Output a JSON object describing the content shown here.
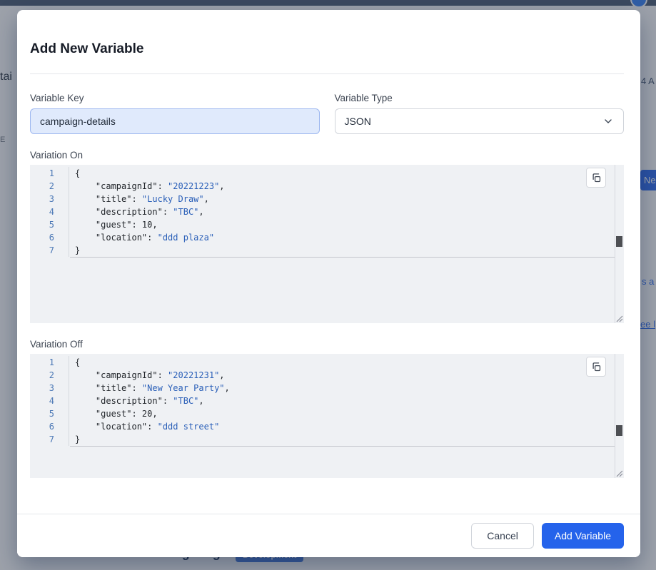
{
  "background": {
    "fragment_top_left": "tai",
    "fragment_top_right": "4 A",
    "fragment_left_letter": "E",
    "fragment_button": "Ne",
    "fragment_link_mid": "s a",
    "fragment_link_lower": "ee l",
    "bottom_heading": "Users & Targeting",
    "bottom_badge": "Development"
  },
  "modal": {
    "title": "Add New Variable",
    "variable_key": {
      "label": "Variable Key",
      "value": "campaign-details"
    },
    "variable_type": {
      "label": "Variable Type",
      "value": "JSON"
    },
    "variation_on": {
      "label": "Variation On",
      "lines": [
        {
          "num": "1",
          "tokens": [
            {
              "c": "p",
              "v": "{"
            }
          ]
        },
        {
          "num": "2",
          "tokens": [
            {
              "c": "p",
              "v": "    \"campaignId\": "
            },
            {
              "c": "s",
              "v": "\"20221223\""
            },
            {
              "c": "p",
              "v": ","
            }
          ]
        },
        {
          "num": "3",
          "tokens": [
            {
              "c": "p",
              "v": "    \"title\": "
            },
            {
              "c": "s",
              "v": "\"Lucky Draw\""
            },
            {
              "c": "p",
              "v": ","
            }
          ]
        },
        {
          "num": "4",
          "tokens": [
            {
              "c": "p",
              "v": "    \"description\": "
            },
            {
              "c": "s",
              "v": "\"TBC\""
            },
            {
              "c": "p",
              "v": ","
            }
          ]
        },
        {
          "num": "5",
          "tokens": [
            {
              "c": "p",
              "v": "    \"guest\": "
            },
            {
              "c": "n",
              "v": "10"
            },
            {
              "c": "p",
              "v": ","
            }
          ]
        },
        {
          "num": "6",
          "tokens": [
            {
              "c": "p",
              "v": "    \"location\": "
            },
            {
              "c": "s",
              "v": "\"ddd plaza\""
            }
          ]
        },
        {
          "num": "7",
          "tokens": [
            {
              "c": "p",
              "v": "}"
            }
          ]
        }
      ]
    },
    "variation_off": {
      "label": "Variation Off",
      "lines": [
        {
          "num": "1",
          "tokens": [
            {
              "c": "p",
              "v": "{"
            }
          ]
        },
        {
          "num": "2",
          "tokens": [
            {
              "c": "p",
              "v": "    \"campaignId\": "
            },
            {
              "c": "s",
              "v": "\"20221231\""
            },
            {
              "c": "p",
              "v": ","
            }
          ]
        },
        {
          "num": "3",
          "tokens": [
            {
              "c": "p",
              "v": "    \"title\": "
            },
            {
              "c": "s",
              "v": "\"New Year Party\""
            },
            {
              "c": "p",
              "v": ","
            }
          ]
        },
        {
          "num": "4",
          "tokens": [
            {
              "c": "p",
              "v": "    \"description\": "
            },
            {
              "c": "s",
              "v": "\"TBC\""
            },
            {
              "c": "p",
              "v": ","
            }
          ]
        },
        {
          "num": "5",
          "tokens": [
            {
              "c": "p",
              "v": "    \"guest\": "
            },
            {
              "c": "n",
              "v": "20"
            },
            {
              "c": "p",
              "v": ","
            }
          ]
        },
        {
          "num": "6",
          "tokens": [
            {
              "c": "p",
              "v": "    \"location\": "
            },
            {
              "c": "s",
              "v": "\"ddd street\""
            }
          ]
        },
        {
          "num": "7",
          "tokens": [
            {
              "c": "p",
              "v": "}"
            }
          ]
        }
      ]
    },
    "footer": {
      "cancel": "Cancel",
      "submit": "Add Variable"
    }
  },
  "colors": {
    "primary": "#2563eb",
    "string_token": "#2a5fb8",
    "line_number": "#4a77b5",
    "input_focus_bg": "#e0eafc",
    "input_focus_border": "#9db7f0"
  }
}
